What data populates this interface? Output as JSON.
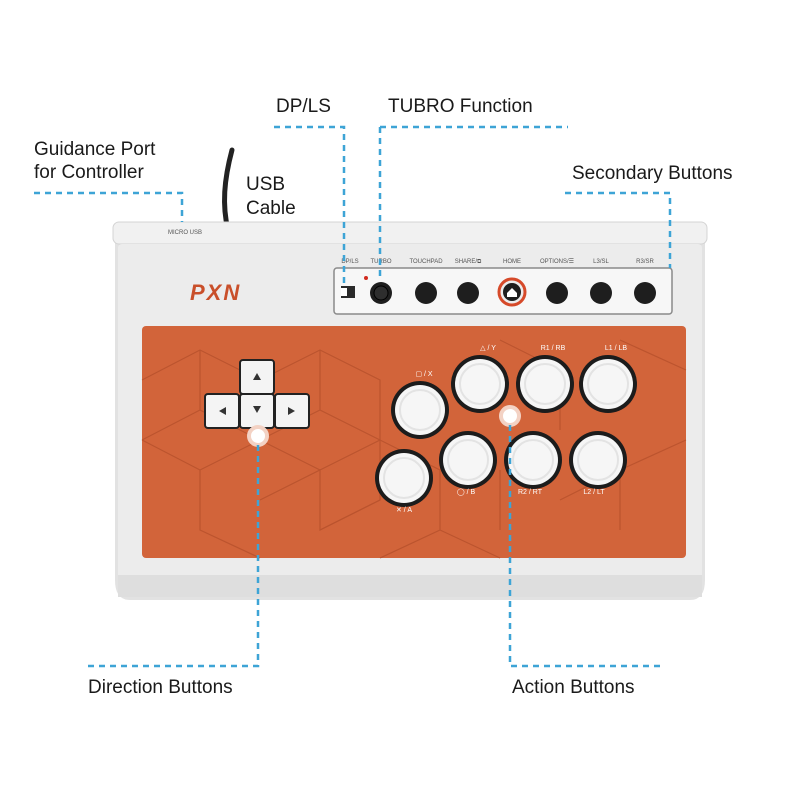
{
  "callouts": {
    "dp_ls": "DP/LS",
    "turbo": "TUBRO Function",
    "guidance_line1": "Guidance Port",
    "guidance_line2": "for Controller",
    "usb_line1": "USB",
    "usb_line2": "Cable",
    "secondary": "Secondary Buttons",
    "direction": "Direction Buttons",
    "action": "Action Buttons"
  },
  "device": {
    "brand": "PXN",
    "port_label": "MICRO USB",
    "panel_labels": [
      "DP/LS",
      "TURBO",
      "TOUCHPAD",
      "SHARE/⧉",
      "HOME",
      "OPTIONS/☰",
      "L3/SL",
      "R3/SR"
    ],
    "action_labels": {
      "x": "▢ / X",
      "y": "△ / Y",
      "r1": "R1 / RB",
      "l1": "L1 / LB",
      "b": "◯ / B",
      "a": "✕ / A",
      "r2": "R2 / RT",
      "l2": "L2 / LT"
    }
  },
  "colors": {
    "body": "#ececec",
    "body_edge": "#d4d4d4",
    "orange_panel": "#d2643a",
    "callout_line": "#3da4d6",
    "button_white": "#f6f6f6",
    "button_black": "#1e1e1e",
    "home_ring": "#d64a2a"
  }
}
